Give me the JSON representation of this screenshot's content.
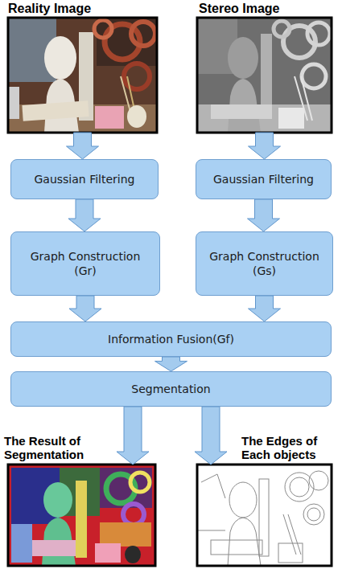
{
  "diagram": {
    "nodes": [
      {
        "text": [
          "Reality Image"
        ]
      },
      {
        "text": [
          "Stereo Image"
        ]
      },
      {
        "text": [
          "Gaussian Filtering"
        ]
      },
      {
        "text": [
          "Gaussian Filtering"
        ]
      },
      {
        "text": [
          "Graph Construction (Gr)"
        ]
      },
      {
        "text": [
          "Graph Construction (Gs)"
        ]
      },
      {
        "text": [
          "Information Fusion(Gf)"
        ]
      },
      {
        "text": [
          "Segmentation"
        ]
      },
      {
        "text": [
          "The Result of Segmentation"
        ]
      },
      {
        "text": [
          "The Edges of Each objects"
        ]
      }
    ],
    "edges": [
      {
        "from": 0,
        "to": 2,
        "arrow": "to"
      },
      {
        "from": 1,
        "to": 3,
        "arrow": "to"
      },
      {
        "from": 2,
        "to": 4,
        "arrow": "to"
      },
      {
        "from": 3,
        "to": 5,
        "arrow": "to"
      },
      {
        "from": 4,
        "to": 6,
        "arrow": "to"
      },
      {
        "from": 5,
        "to": 6,
        "arrow": "to"
      },
      {
        "from": 6,
        "to": 7,
        "arrow": "to"
      },
      {
        "from": 7,
        "to": 8,
        "arrow": "to"
      },
      {
        "from": 7,
        "to": 9,
        "arrow": "to"
      }
    ]
  }
}
